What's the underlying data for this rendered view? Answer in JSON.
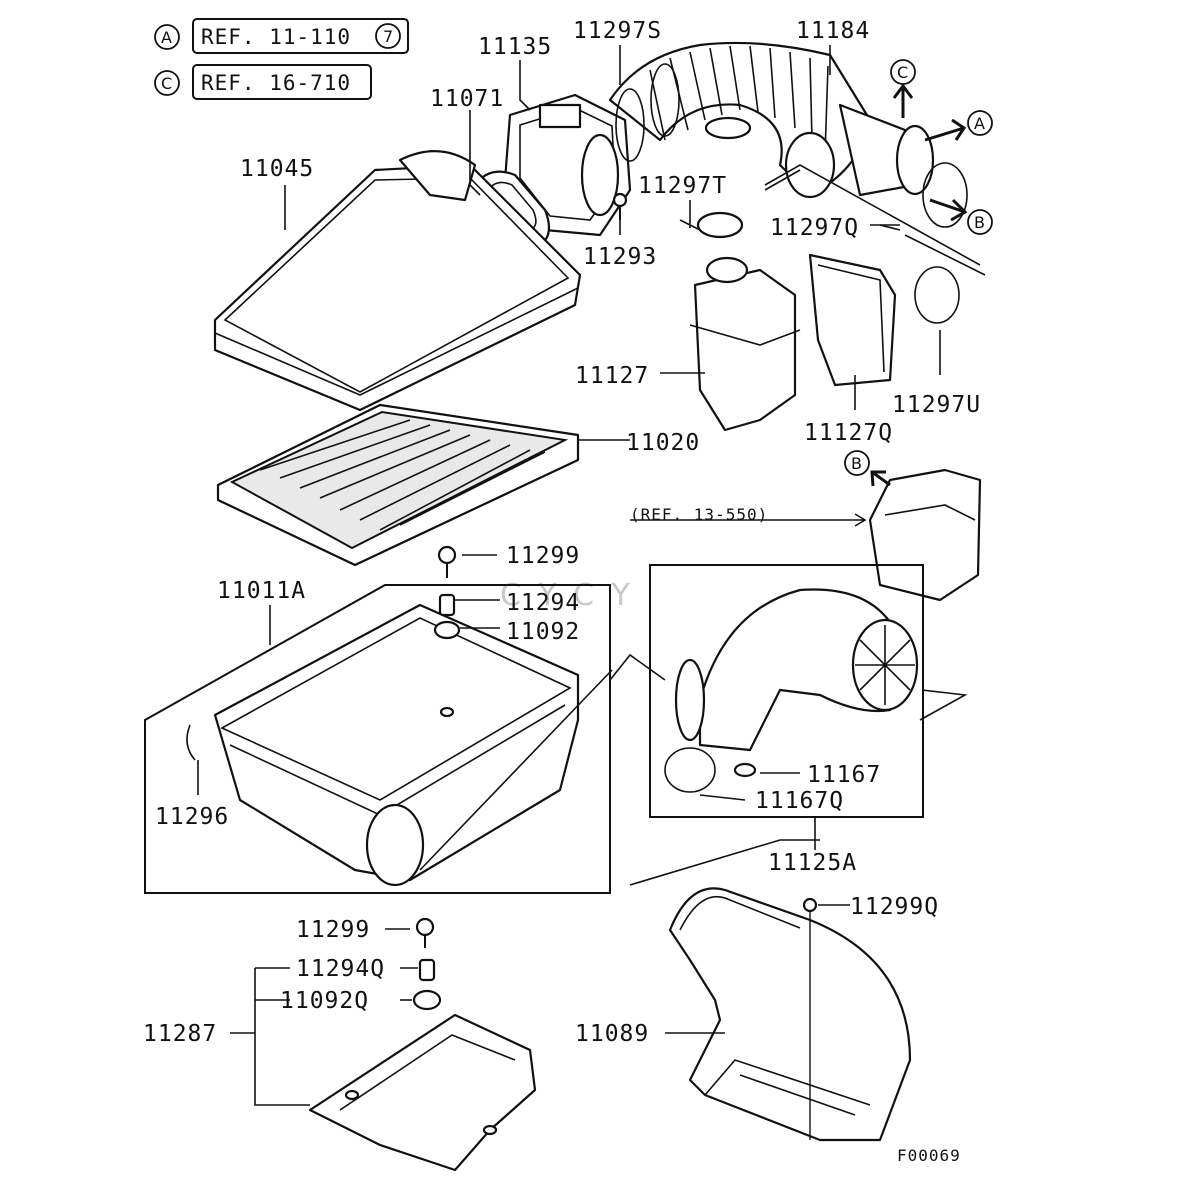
{
  "references": [
    {
      "marker": "A",
      "text": "REF. 11-110",
      "suffix": "7"
    },
    {
      "marker": "C",
      "text": "REF. 16-710"
    }
  ],
  "direction_markers": [
    "C",
    "A",
    "B",
    "B"
  ],
  "ref_note": "(REF. 13-550)",
  "watermark": "CYCY",
  "figure_code": "F00069",
  "parts": {
    "p11135": "11135",
    "p11297S": "11297S",
    "p11184": "11184",
    "p11071": "11071",
    "p11045": "11045",
    "p11297T": "11297T",
    "p11293": "11293",
    "p11297Q": "11297Q",
    "p11127": "11127",
    "p11127Q": "11127Q",
    "p11297U": "11297U",
    "p11020": "11020",
    "p11299": "11299",
    "p11011A": "11011A",
    "p11294": "11294",
    "p11092": "11092",
    "p11296": "11296",
    "p11167": "11167",
    "p11167Q": "11167Q",
    "p11125A": "11125A",
    "p11299Q": "11299Q",
    "p11299b": "11299",
    "p11294Q": "11294Q",
    "p11092Q": "11092Q",
    "p11287": "11287",
    "p11089": "11089"
  }
}
